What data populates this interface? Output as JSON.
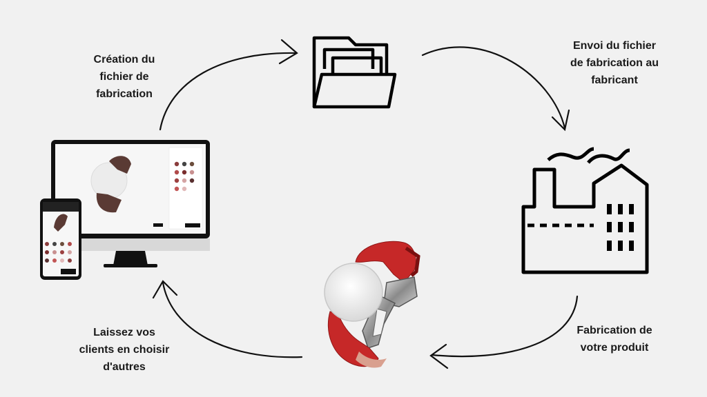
{
  "steps": [
    {
      "id": "creation",
      "lines": [
        "Création du",
        "fichier de",
        "fabrication"
      ]
    },
    {
      "id": "envoi",
      "lines": [
        "Envoi du fichier",
        "de fabrication au",
        "fabricant"
      ]
    },
    {
      "id": "fabrication",
      "lines": [
        "Fabrication de",
        "votre produit"
      ]
    },
    {
      "id": "laissez",
      "lines": [
        "Laissez vos",
        "clients en choisir",
        "d'autres"
      ]
    }
  ],
  "icons": [
    "folder-icon",
    "factory-icon",
    "watch-product-image",
    "configurator-devices-image"
  ],
  "colors": {
    "background": "#f1f1f1",
    "ink": "#111111",
    "strap": "#c62828"
  }
}
